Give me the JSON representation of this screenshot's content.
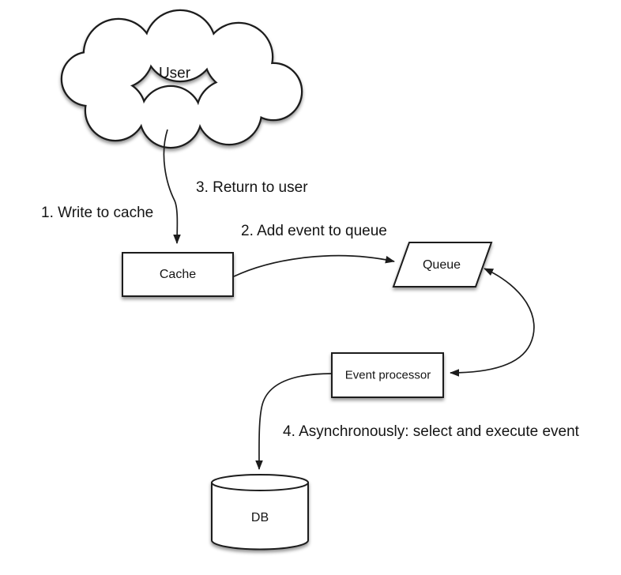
{
  "diagram": {
    "background": "#ffffff",
    "stroke_color": "#1c1c1c",
    "text_color": "#141414",
    "nodes": {
      "user": {
        "label": "User",
        "shape": "cloud"
      },
      "cache": {
        "label": "Cache",
        "shape": "rectangle"
      },
      "queue": {
        "label": "Queue",
        "shape": "parallelogram"
      },
      "event_processor": {
        "label": "Event processor",
        "shape": "rectangle"
      },
      "db": {
        "label": "DB",
        "shape": "cylinder"
      }
    },
    "steps": {
      "step1": "1. Write to cache",
      "step2": "2. Add event to queue",
      "step3": "3. Return to user",
      "step4": "4. Asynchronously: select and execute event"
    },
    "edges": [
      {
        "from": "User",
        "to": "Cache",
        "arrow": "one-way"
      },
      {
        "from": "Cache",
        "to": "Queue",
        "arrow": "one-way"
      },
      {
        "from": "Queue",
        "to": "Event processor",
        "arrow": "two-way"
      },
      {
        "from": "Event processor",
        "to": "DB",
        "arrow": "one-way"
      }
    ]
  }
}
